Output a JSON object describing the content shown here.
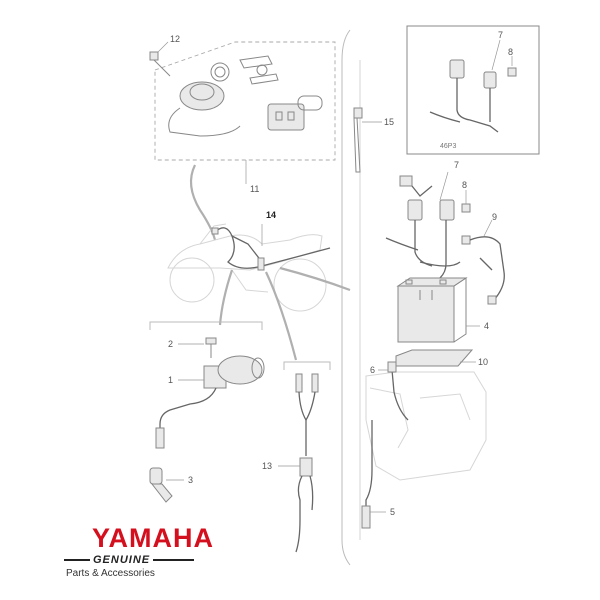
{
  "callouts": {
    "c1": "1",
    "c2": "2",
    "c3": "3",
    "c4": "4",
    "c5": "5",
    "c6": "6",
    "c7a": "7",
    "c7b": "7",
    "c8a": "8",
    "c8b": "8",
    "c9": "9",
    "c10": "10",
    "c11": "11",
    "c12": "12",
    "c13": "13",
    "c14": "14",
    "c15": "15"
  },
  "inset_code": "46P3",
  "logo": {
    "brand": "YAMAHA",
    "genuine": "GENUINE",
    "tagline": "Parts & Accessories"
  },
  "colors": {
    "brand_red": "#d4101e",
    "line_gray": "#888888"
  }
}
